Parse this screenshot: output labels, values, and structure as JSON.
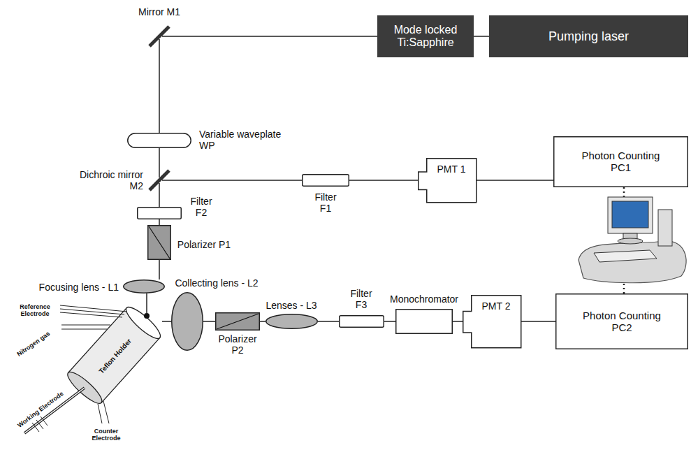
{
  "diagram": {
    "nodes": [
      {
        "text": [
          "Mirror M1"
        ]
      },
      {
        "text": [
          "Mode locked Ti:Sapphire"
        ]
      },
      {
        "text": [
          "Pumping laser"
        ]
      },
      {
        "text": [
          "Variable waveplate WP"
        ]
      },
      {
        "text": [
          "Dichroic mirror M2"
        ]
      },
      {
        "text": [
          "Filter F1"
        ]
      },
      {
        "text": [
          "PMT 1"
        ]
      },
      {
        "text": [
          "Photon Counting PC1"
        ]
      },
      {
        "text": [
          "Filter F2"
        ]
      },
      {
        "text": [
          "Polarizer P1"
        ]
      },
      {
        "text": [
          "Focusing lens - L1"
        ]
      },
      {
        "text": [
          "Reference Electrode",
          "Nitrogen gas",
          "Teflon Holder",
          "Working Electrode",
          "Counter Electrode"
        ]
      },
      {
        "text": [
          "Collecting lens - L2"
        ]
      },
      {
        "text": [
          "Polarizer P2"
        ]
      },
      {
        "text": [
          "Lenses - L3"
        ]
      },
      {
        "text": [
          "Filter F3"
        ]
      },
      {
        "text": [
          "Monochromator"
        ]
      },
      {
        "text": [
          "PMT 2"
        ]
      },
      {
        "text": [
          "Photon Counting PC2"
        ]
      }
    ],
    "edges": [
      {
        "from": 2,
        "to": 1,
        "arrow": "none"
      },
      {
        "from": 1,
        "to": 0,
        "arrow": "none"
      },
      {
        "from": 0,
        "to": 3,
        "arrow": "none"
      },
      {
        "from": 3,
        "to": 4,
        "arrow": "none"
      },
      {
        "from": 4,
        "to": 5,
        "arrow": "none"
      },
      {
        "from": 5,
        "to": 6,
        "arrow": "none"
      },
      {
        "from": 6,
        "to": 7,
        "arrow": "none"
      },
      {
        "from": 4,
        "to": 8,
        "arrow": "none"
      },
      {
        "from": 8,
        "to": 9,
        "arrow": "none"
      },
      {
        "from": 9,
        "to": 10,
        "arrow": "none"
      },
      {
        "from": 10,
        "to": 11,
        "arrow": "none"
      },
      {
        "from": 11,
        "to": 12,
        "arrow": "none"
      },
      {
        "from": 12,
        "to": 13,
        "arrow": "none"
      },
      {
        "from": 13,
        "to": 14,
        "arrow": "none"
      },
      {
        "from": 14,
        "to": 15,
        "arrow": "none"
      },
      {
        "from": 15,
        "to": 16,
        "arrow": "none"
      },
      {
        "from": 16,
        "to": 17,
        "arrow": "none"
      },
      {
        "from": 17,
        "to": 18,
        "arrow": "none"
      },
      {
        "from": 7,
        "to": 18,
        "arrow": "none"
      }
    ]
  }
}
